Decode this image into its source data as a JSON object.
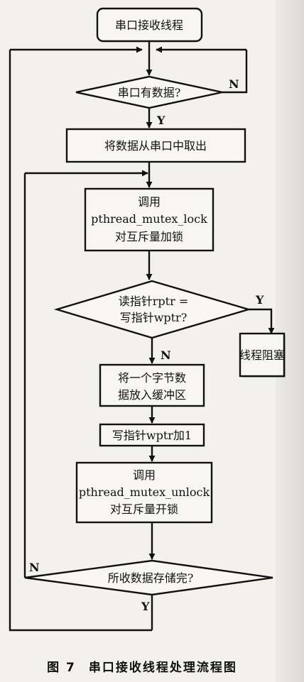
{
  "nodes": {
    "start": "串口接收线程",
    "has_data": "串口有数据?",
    "read_serial": "将数据从串口中取出",
    "lock": [
      "调用",
      "pthread_mutex_lock",
      "对互斥量加锁"
    ],
    "pointer_check": [
      "读指针rptr =",
      "写指针wptr?"
    ],
    "block": "线程阻塞",
    "write_byte": [
      "将一个字节数",
      "据放入缓冲区"
    ],
    "increment": "写指针wptr加1",
    "unlock": [
      "调用",
      "pthread_mutex_unlock",
      "对互斥量开锁"
    ],
    "all_done": "所收数据存储完?"
  },
  "edge_labels": {
    "has_data_no": "N",
    "has_data_yes": "Y",
    "pointer_yes": "Y",
    "pointer_no": "N",
    "done_no": "N",
    "done_yes": "Y"
  },
  "caption": {
    "figure": "图 7",
    "title": "串口接收线程处理流程图"
  }
}
